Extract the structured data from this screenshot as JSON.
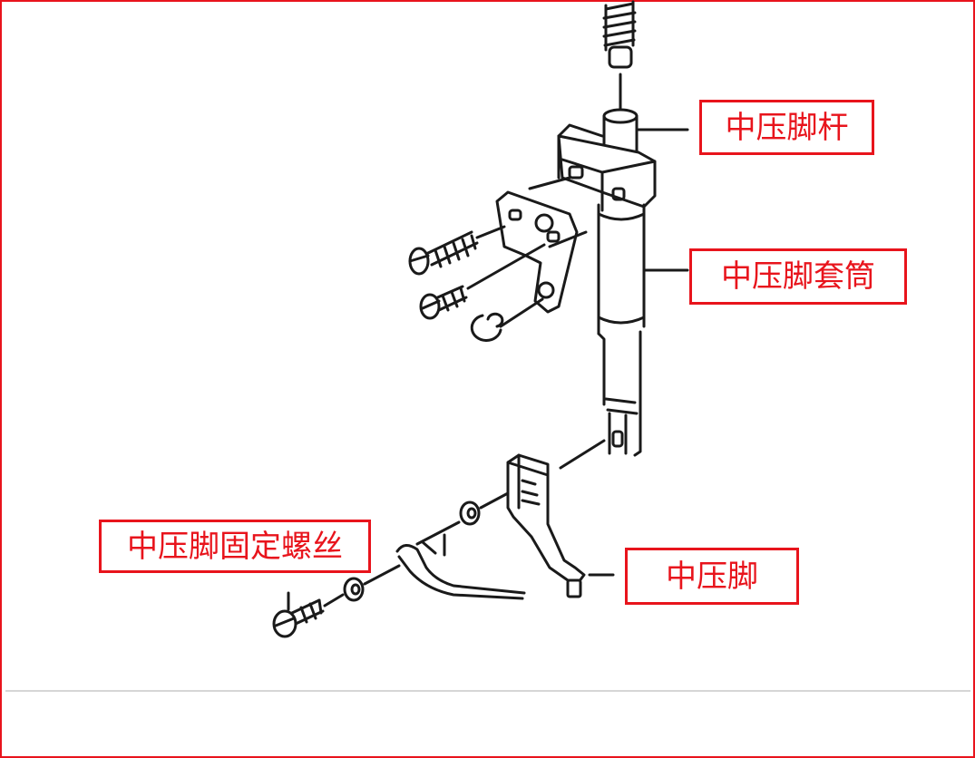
{
  "colors": {
    "border": "#e8141c",
    "label_text": "#e8141c",
    "line_art": "#1a1a1a",
    "divider": "#d6d6d6"
  },
  "callouts": {
    "presser_bar": "中压脚杆",
    "presser_sleeve": "中压脚套筒",
    "foot_fixing_screw": "中压脚固定螺丝",
    "presser_foot": "中压脚"
  }
}
